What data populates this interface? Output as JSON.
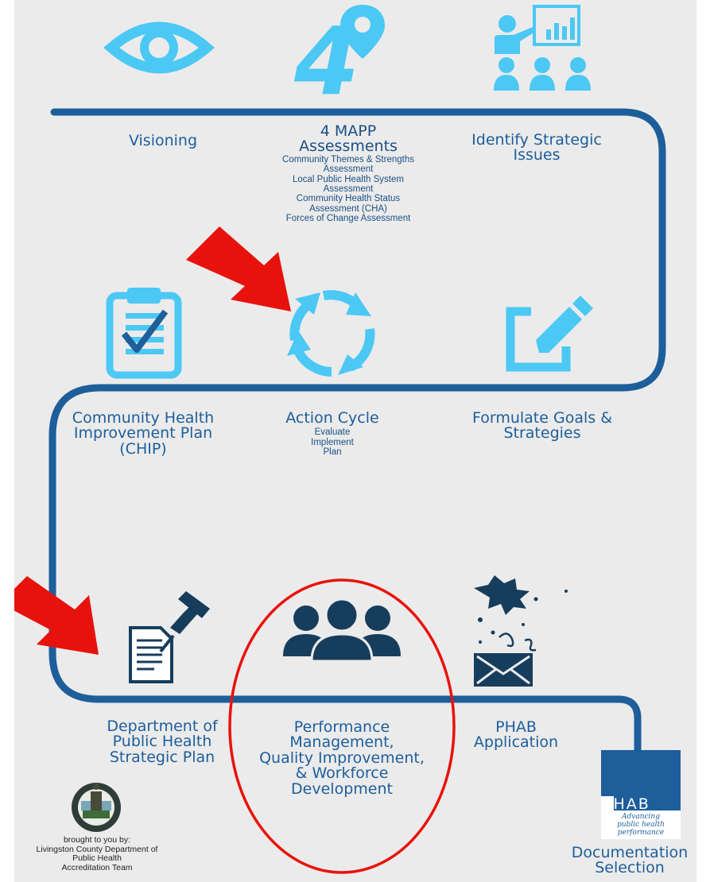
{
  "colors": {
    "background": "#ebebeb",
    "path": "#1d5e9b",
    "icon_light": "#4cc8f4",
    "icon_dark": "#173d5c",
    "arrow": "#e8120c",
    "circle": "#e8120c"
  },
  "steps": {
    "visioning": {
      "title": "Visioning",
      "icon": "eye-icon"
    },
    "mapp": {
      "title_line1": "4 MAPP",
      "title_line2": "Assessments",
      "icon": "map-pin-4-icon",
      "items": [
        "Community Themes & Strengths",
        "Assessment",
        "Local Public Health System",
        "Assessment",
        "Community Health Status",
        "Assessment (CHA)",
        "Forces of Change Assessment"
      ]
    },
    "strategic_issues": {
      "title_line1": "Identify Strategic",
      "title_line2": "Issues",
      "icon": "presentation-icon"
    },
    "goals": {
      "title_line1": "Formulate Goals &",
      "title_line2": "Strategies",
      "icon": "edit-icon"
    },
    "action_cycle": {
      "title": "Action Cycle",
      "icon": "cycle-arrows-icon",
      "items": [
        "Evaluate",
        "Implement",
        "Plan"
      ]
    },
    "chip": {
      "title_line1": "Community Health",
      "title_line2": "Improvement Plan",
      "title_line3": "(CHIP)",
      "icon": "clipboard-check-icon"
    },
    "strategic_plan": {
      "title_line1": "Department of",
      "title_line2": "Public Health",
      "title_line3": "Strategic Plan",
      "icon": "document-pin-icon"
    },
    "performance": {
      "title_line1": "Performance",
      "title_line2": "Management,",
      "title_line3": "Quality Improvement,",
      "title_line4": "& Workforce",
      "title_line5": "Development",
      "icon": "people-group-icon"
    },
    "phab_application": {
      "title_line1": "PHAB",
      "title_line2": "Application",
      "icon": "envelope-burst-icon"
    },
    "documentation": {
      "title_line1": "Documentation",
      "title_line2": "Selection",
      "logo_text": "PHAB",
      "logo_tagline_line1": "Advancing",
      "logo_tagline_line2": "public health",
      "logo_tagline_line3": "performance"
    }
  },
  "credit": {
    "line1": "brought to you by:",
    "line2": "Livingston County Department of",
    "line3": "Public Health",
    "line4": "Accreditation Team",
    "seal": "county-seal-icon"
  },
  "annotations": {
    "arrows": [
      "red-arrow-action-cycle",
      "red-arrow-strategic-plan"
    ],
    "highlight": "red-circle-performance"
  }
}
